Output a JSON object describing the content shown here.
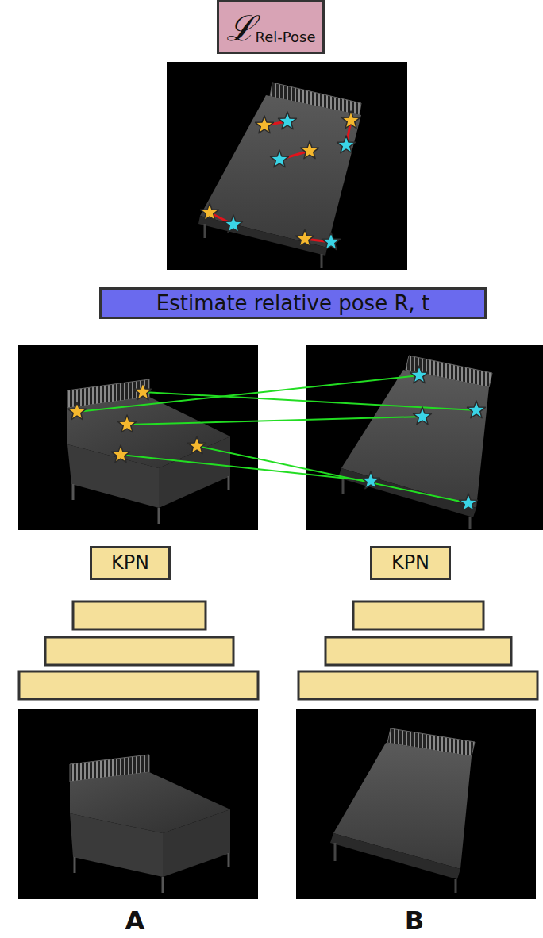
{
  "diagram": {
    "nodes": [
      {
        "text": [
          "ℒ",
          "Rel-Pose"
        ]
      },
      {
        "text": [
          "Estimate relative pose R, t"
        ]
      },
      {
        "text": [
          "KPN"
        ]
      },
      {
        "text": [
          "KPN"
        ]
      }
    ],
    "labels": [
      "A",
      "B"
    ]
  }
}
